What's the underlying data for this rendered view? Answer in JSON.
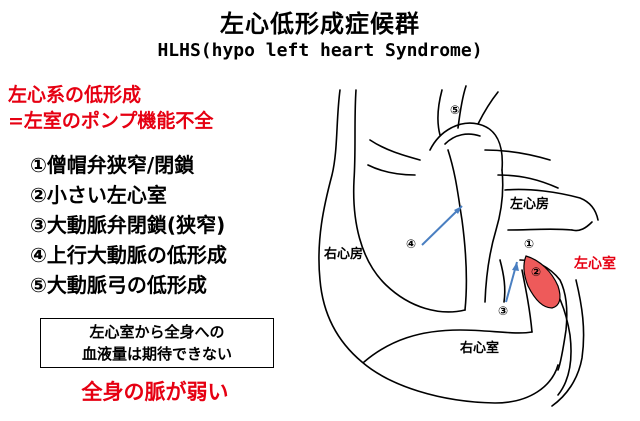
{
  "title": "左心低形成症候群",
  "subtitle": "HLHS(hypo left heart Syndrome)",
  "red_lines": [
    "左心系の低形成",
    "=左室のポンプ機能不全"
  ],
  "list": [
    "①僧帽弁狭窄/閉鎖",
    "②小さい左心室",
    "③大動脈弁閉鎖(狭窄)",
    "④上行大動脈の低形成",
    "⑤大動脈弓の低形成"
  ],
  "note": [
    "左心室から全身への",
    "血液量は期待できない"
  ],
  "conclusion": "全身の脈が弱い",
  "diagram": {
    "left_atrium": "左心房",
    "right_atrium": "右心房",
    "right_ventricle": "右心室",
    "left_ventricle": "左心室",
    "markers": [
      "①",
      "②",
      "③",
      "④",
      "⑤"
    ]
  },
  "colors": {
    "accent_red": "#e60012",
    "arrow_blue": "#4a7fc1"
  }
}
